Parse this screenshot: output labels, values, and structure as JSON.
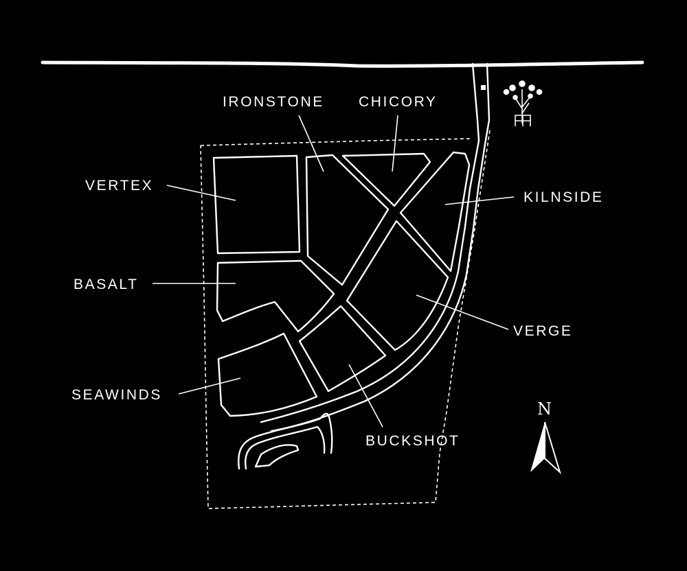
{
  "map": {
    "background": "#000000",
    "line_color": "#ffffff",
    "labels": {
      "ironstone": "IRONSTONE",
      "chicory": "CHICORY",
      "vertex": "VERTEX",
      "kilnside": "KILNSIDE",
      "basalt": "BASALT",
      "verge": "VERGE",
      "seawinds": "SEAWINDS",
      "buckshot": "BUCKSHOT"
    },
    "north_arrow": {
      "letter": "N",
      "icon": "north-arrow-icon"
    },
    "logo": {
      "icon": "tree-with-gate-icon"
    }
  }
}
